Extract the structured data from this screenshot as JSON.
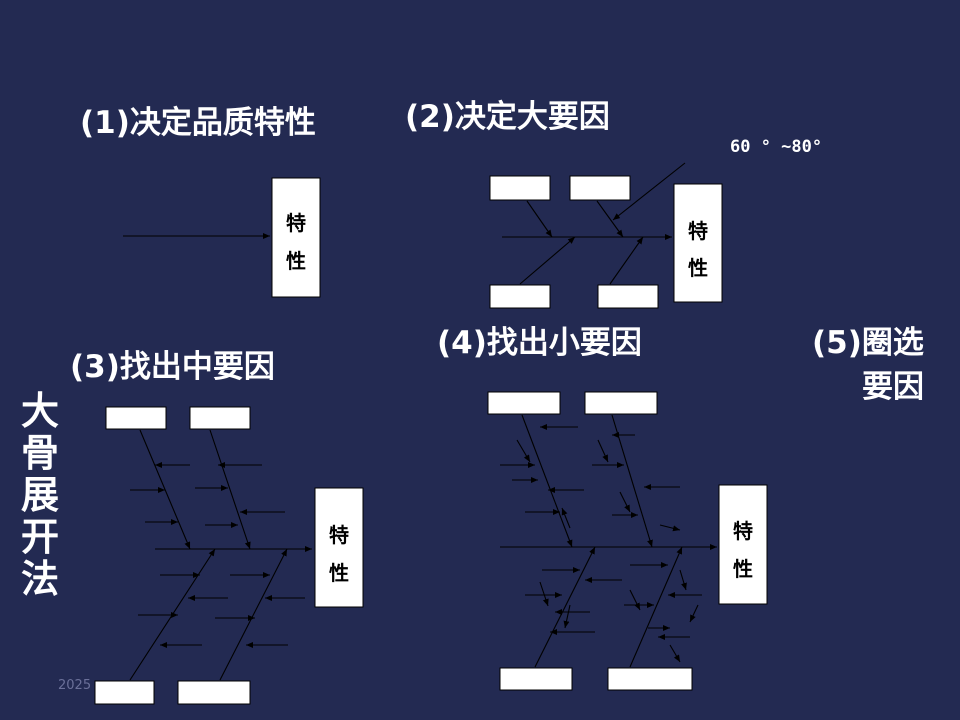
{
  "steps": {
    "s1": "(1)决定品质特性",
    "s2": "(2)决定大要因",
    "s3": "(3)找出中要因",
    "s4": "(4)找出小要因",
    "s5_line1": "(5)圈选",
    "s5_line2": "要因"
  },
  "side_title": [
    "大",
    "骨",
    "展",
    "开",
    "法"
  ],
  "angle_note": "60 ° ~80°",
  "effect_label": [
    "特",
    "性"
  ],
  "footer": "2025",
  "colors": {
    "background": "#232A52",
    "text": "#ffffff",
    "box": "#ffffff",
    "line": "#000000"
  }
}
